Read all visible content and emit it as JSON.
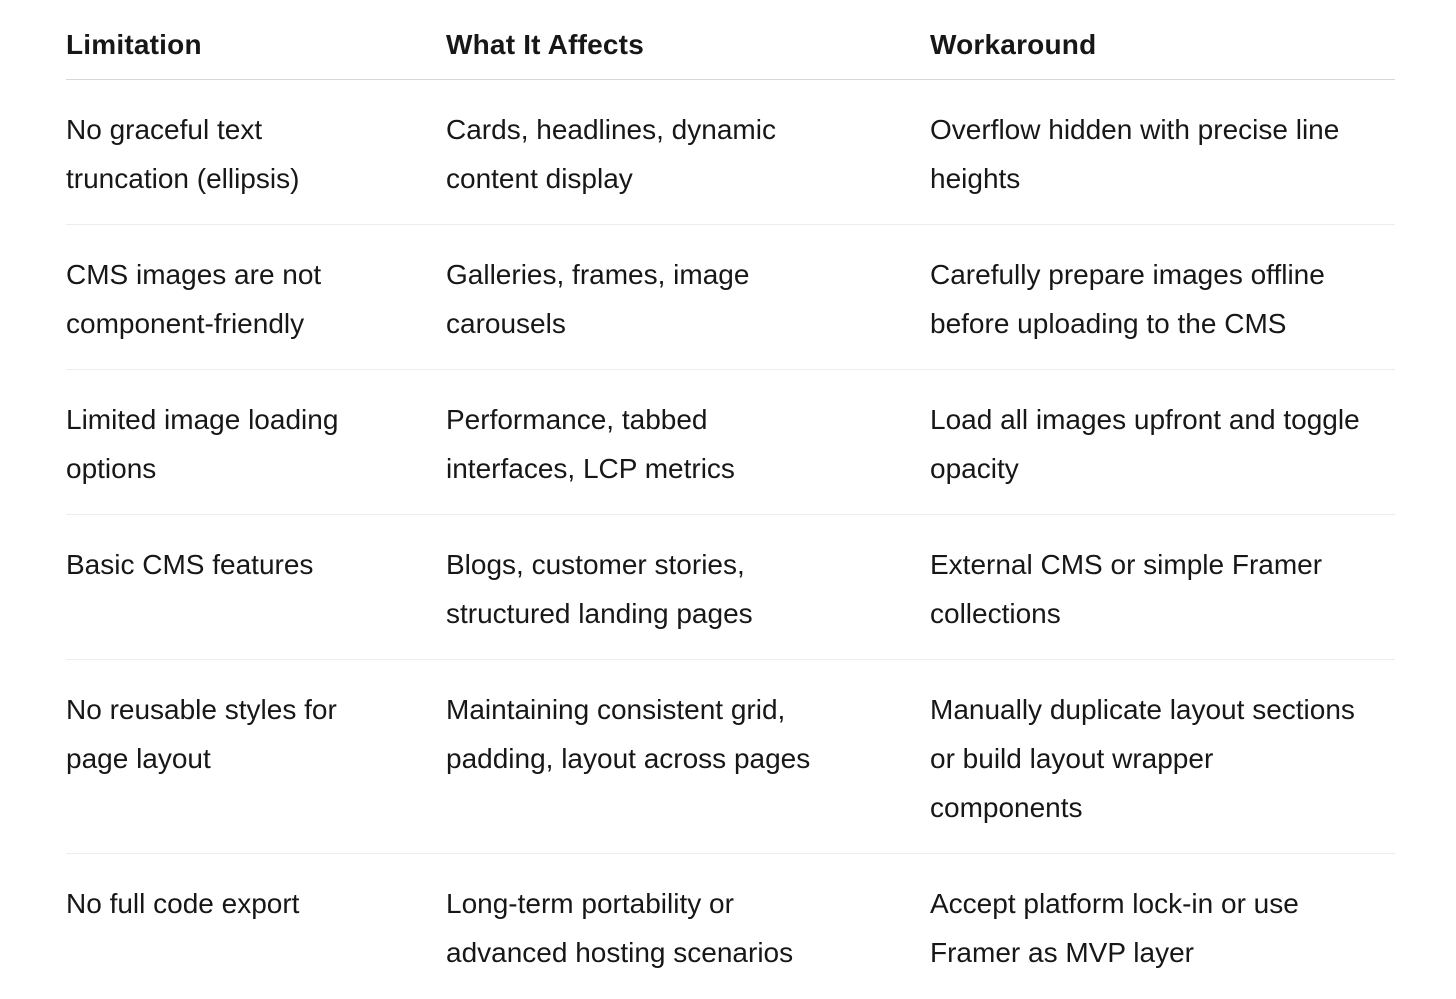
{
  "page": {
    "background_color": "#ffffff",
    "text_color": "#171717",
    "header_divider_color": "#d8d8d8",
    "row_divider_color": "#ededed"
  },
  "table": {
    "headers": [
      "Limitation",
      "What It Affects",
      "Workaround"
    ],
    "rows": [
      [
        "No graceful text\ntruncation (ellipsis)",
        "Cards, headlines, dynamic\ncontent display",
        "Overflow hidden with precise line\nheights"
      ],
      [
        "CMS images are not\ncomponent-friendly",
        "Galleries, frames, image\ncarousels",
        "Carefully prepare images offline\nbefore uploading to the CMS"
      ],
      [
        "Limited image loading\noptions",
        "Performance, tabbed\ninterfaces, LCP metrics",
        "Load all images upfront and toggle\nopacity"
      ],
      [
        "Basic CMS features",
        "Blogs, customer stories,\nstructured landing pages",
        "External CMS or simple Framer\ncollections"
      ],
      [
        "No reusable styles for\npage layout",
        "Maintaining consistent grid,\npadding, layout across pages",
        "Manually duplicate layout sections\nor build layout wrapper\ncomponents"
      ],
      [
        "No full code export",
        "Long-term portability or\nadvanced hosting scenarios",
        "Accept platform lock-in or use\nFramer as MVP layer"
      ]
    ]
  }
}
